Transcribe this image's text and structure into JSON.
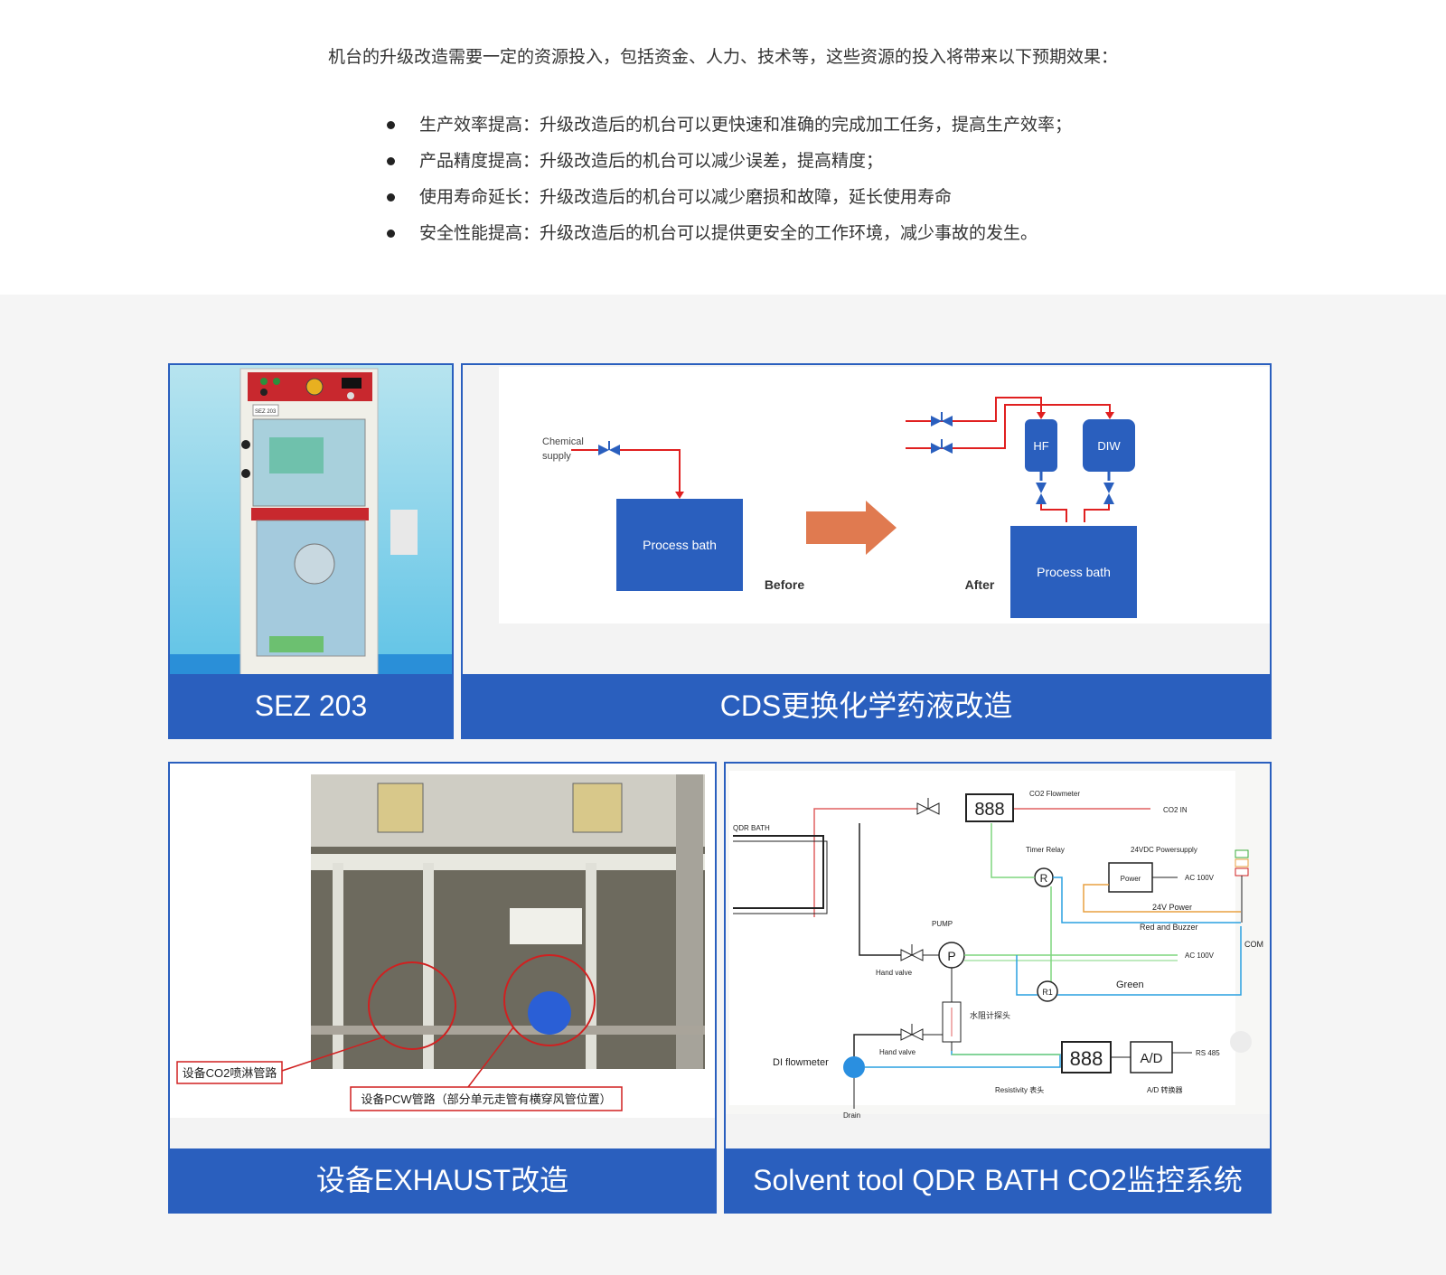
{
  "intro": "机台的升级改造需要一定的资源投入，包括资金、人力、技术等，这些资源的投入将带来以下预期效果：",
  "benefits": [
    "生产效率提高：升级改造后的机台可以更快速和准确的完成加工任务，提高生产效率；",
    "产品精度提高：升级改造后的机台可以减少误差，提高精度；",
    "使用寿命延长：升级改造后的机台可以减少磨损和故障，延长使用寿命",
    "安全性能提高：升级改造后的机台可以提供更安全的工作环境，减少事故的发生。"
  ],
  "cards": {
    "sez": {
      "caption": "SEZ 203",
      "label": "SEZ 203"
    },
    "cds": {
      "caption": "CDS更换化学药液改造",
      "chemical_supply": [
        "Chemical",
        "supply"
      ],
      "process_bath": "Process bath",
      "before": "Before",
      "after": "After",
      "hf": "HF",
      "diw": "DIW"
    },
    "exhaust": {
      "caption": "设备EXHAUST改造",
      "callout_co2": "设备CO2喷淋管路",
      "callout_pcw": "设备PCW管路（部分单元走管有横穿风管位置）"
    },
    "qdr": {
      "caption": "Solvent tool QDR BATH CO2监控系统",
      "labels": {
        "co2_flowmeter": "CO2 Flowmeter",
        "co2_in": "CO2 IN",
        "qdr_bath": "QDR BATH",
        "timer_relay": "Timer Relay",
        "power_supply": "24VDC Powersupply",
        "power": "Power",
        "ac1": "AC 100V",
        "ac2": "AC 100V",
        "power24": "24V Power",
        "red_buzzer": "Red and Buzzer",
        "com": "COM",
        "pump": "PUMP",
        "p": "P",
        "r": "R",
        "r1": "R1",
        "hand_valve1": "Hand valve",
        "hand_valve2": "Hand valve",
        "green": "Green",
        "probe": "水阻计探头",
        "di_flowmeter": "DI flowmeter",
        "digits1": "888",
        "digits2": "888",
        "ad": "A/D",
        "rs485": "RS 485",
        "resistivity": "Resistivity 表头",
        "ad_conv": "A/D 转换器",
        "drain": "Drain"
      }
    }
  },
  "colors": {
    "accent": "#2a5fbe",
    "pipe_red": "#e02020",
    "arrow": "#e07a50"
  }
}
